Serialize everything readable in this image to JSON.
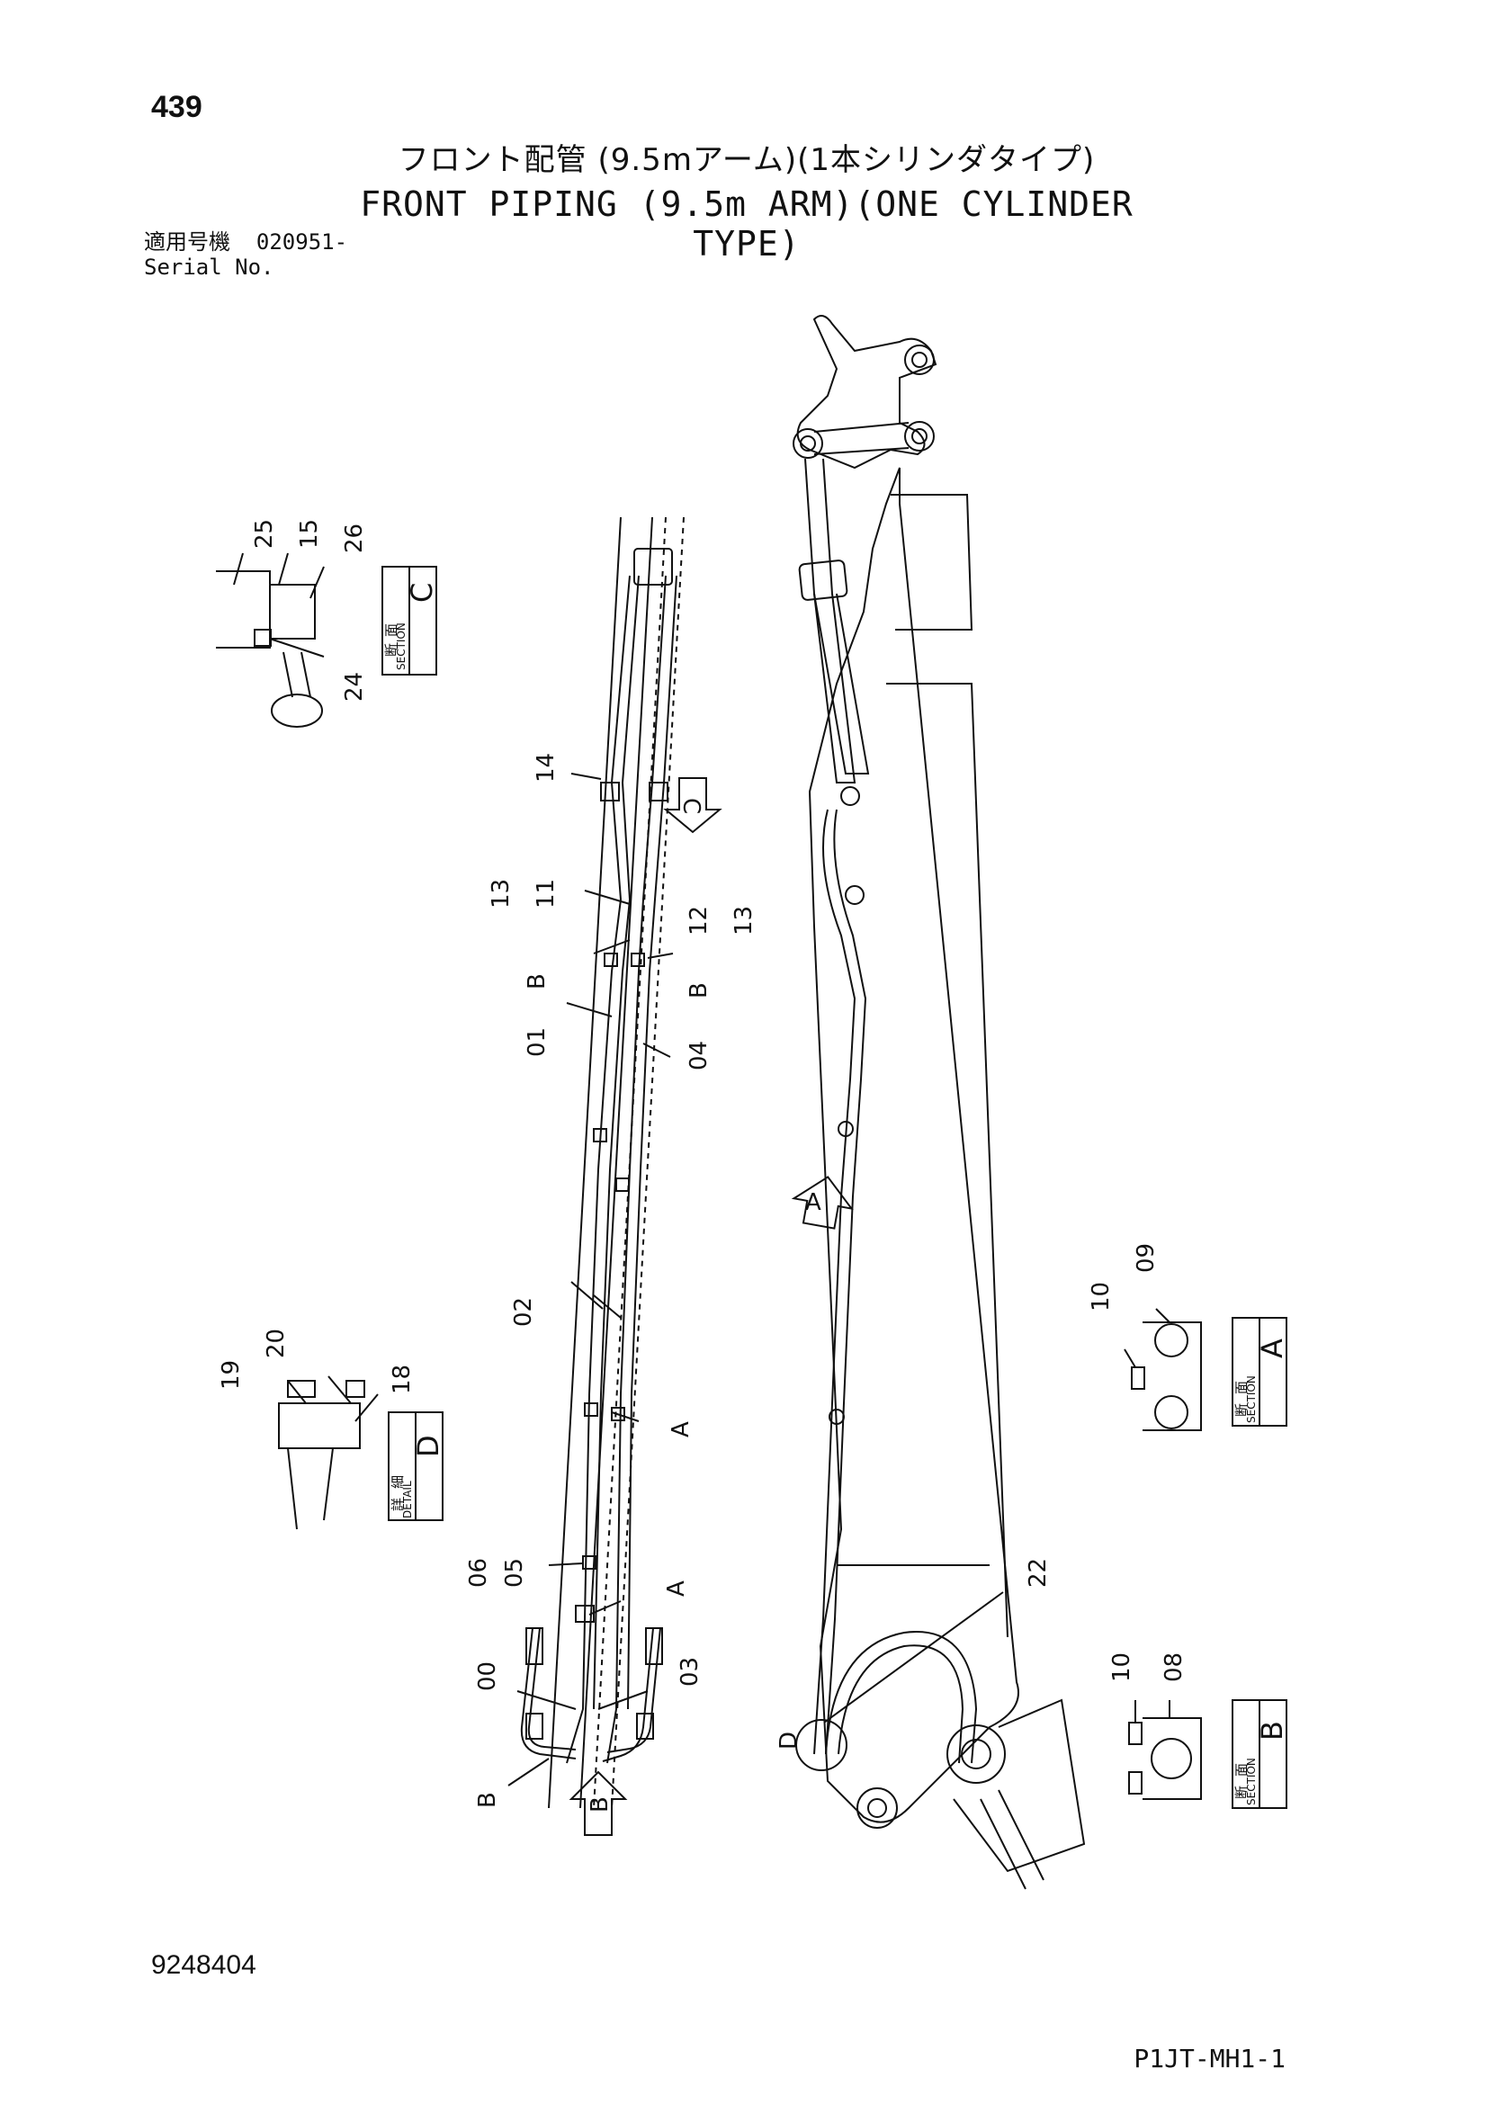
{
  "page_number": "439",
  "title_jp": "フロント配管 (9.5mアーム)(1本シリンダタイプ)",
  "title_en": "FRONT PIPING (9.5m ARM)(ONE CYLINDER TYPE)",
  "serial_label_jp": "適用号機",
  "serial_value": "020951-",
  "serial_label_en": "Serial No.",
  "doc_number": "9248404",
  "sheet_code": "P1JT-MH1-1",
  "section_boxes": {
    "c": {
      "jp_top": "断",
      "jp_bottom": "面",
      "word": "SECTION",
      "letter": "C"
    },
    "d": {
      "jp_top": "詳",
      "jp_bottom": "細",
      "word": "DETAIL",
      "letter": "D"
    },
    "a": {
      "jp_top": "断",
      "jp_bottom": "面",
      "word": "SECTION",
      "letter": "A"
    },
    "b": {
      "jp_top": "断",
      "jp_bottom": "面",
      "word": "SECTION",
      "letter": "B"
    }
  },
  "view_arrows": {
    "c": "C",
    "a": "A",
    "b": "B"
  },
  "part_labels": {
    "p25": "25",
    "p15": "15",
    "p26": "26",
    "p24": "24",
    "p14": "14",
    "p13_11_a": "13",
    "p13_11_b": "11",
    "p12_13_a": "12",
    "p12_13_b": "13",
    "b_left": "B",
    "b_right": "B",
    "p01": "01",
    "p04": "04",
    "p02": "02",
    "a_upper": "A",
    "a_lower": "A",
    "p06_05_a": "06",
    "p06_05_b": "05",
    "p00": "00",
    "p03": "03",
    "b_bottom": "B",
    "p20": "20",
    "p19": "19",
    "p18": "18",
    "p10_a": "10",
    "p09": "09",
    "p10_b": "10",
    "p08": "08",
    "p22": "22",
    "d_label": "D"
  }
}
